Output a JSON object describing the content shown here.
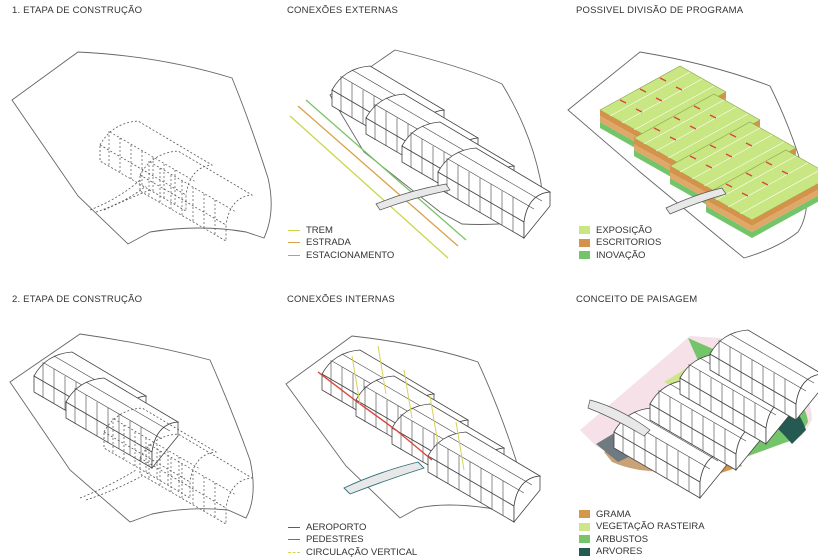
{
  "panels": {
    "p1": {
      "title": "1. ETAPA DE CONSTRUÇÃO"
    },
    "p2": {
      "title": "CONEXÕES EXTERNAS",
      "legend": [
        {
          "label": "TREM",
          "color": "#c9d64a"
        },
        {
          "label": "ESTRADA",
          "color": "#d9a24a"
        },
        {
          "label": "ESTACIONAMENTO",
          "color": "#7cc26a"
        }
      ]
    },
    "p3": {
      "title": "POSSIVEL DIVISÃO DE PROGRAMA",
      "legend": [
        {
          "label": "EXPOSIÇÃO",
          "color": "#c8e682"
        },
        {
          "label": "ESCRITORIOS",
          "color": "#d5924a"
        },
        {
          "label": "INOVAÇÃO",
          "color": "#74c46a"
        }
      ]
    },
    "p4": {
      "title": "2. ETAPA DE CONSTRUÇÃO"
    },
    "p5": {
      "title": "CONEXÕES INTERNAS",
      "legend": [
        {
          "label": "AEROPORTO",
          "color": "#2f6f7a"
        },
        {
          "label": "PEDESTRES",
          "color": "#d8463b"
        },
        {
          "label": "CIRCULAÇÃO VERTICAL",
          "color": "#d9d25a"
        }
      ]
    },
    "p6": {
      "title": "CONCEITO DE PAISAGEM",
      "legend": [
        {
          "label": "GRAMA",
          "color": "#d39848"
        },
        {
          "label": "VEGETAÇÃO RASTEIRA",
          "color": "#cfe58a"
        },
        {
          "label": "ARBUSTOS",
          "color": "#78c46a"
        },
        {
          "label": "ARVORES",
          "color": "#245a52"
        }
      ]
    }
  }
}
